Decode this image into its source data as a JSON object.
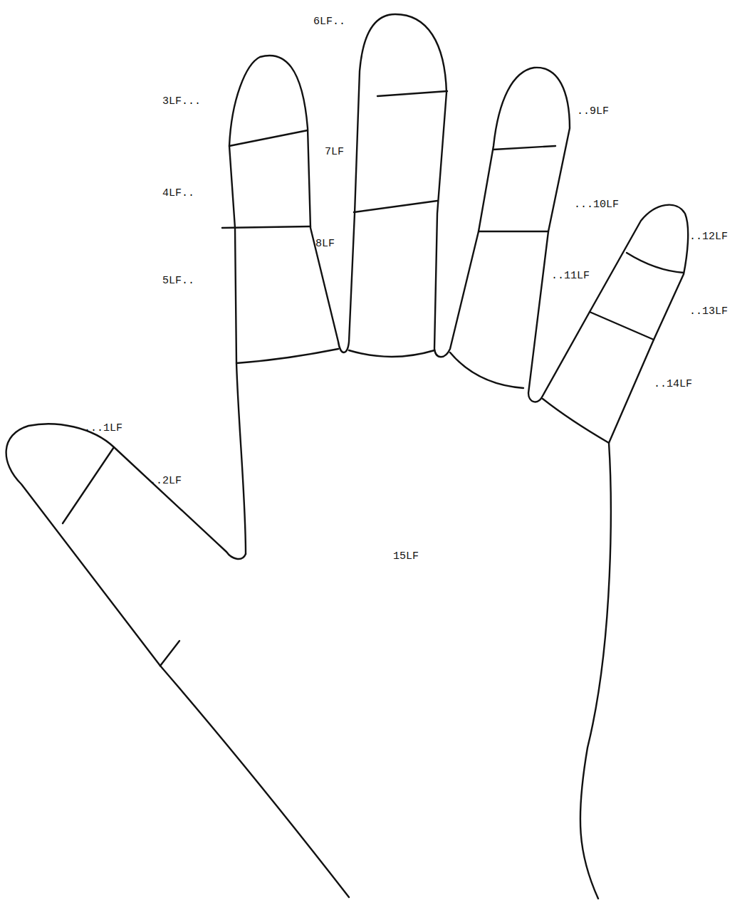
{
  "diagram": {
    "labels": [
      "6LF..",
      "3LF...",
      "..9LF",
      "7LF",
      "4LF..",
      "...10LF",
      "8LF",
      "..12LF",
      "5LF..",
      "..11LF",
      "..13LF",
      "..14LF",
      "...1LF",
      "..2LF",
      "15LF"
    ]
  }
}
